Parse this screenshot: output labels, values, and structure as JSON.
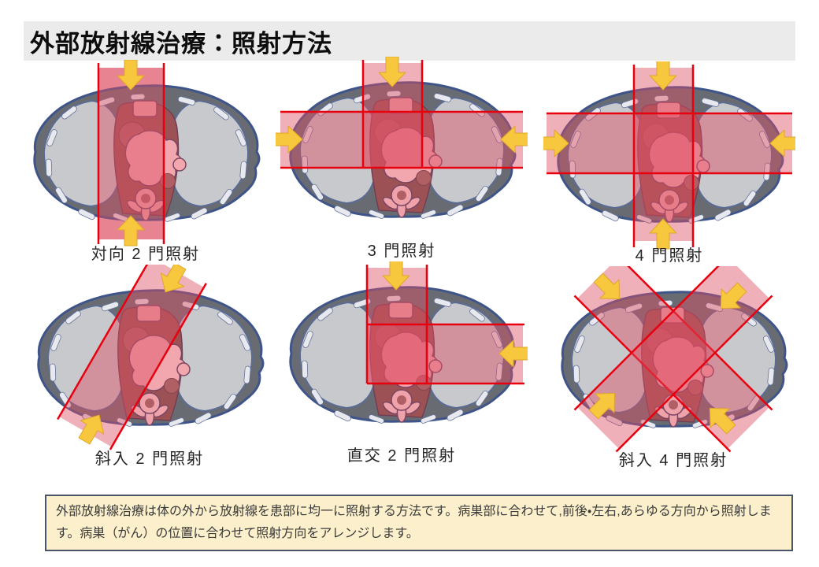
{
  "header": {
    "title": "外部放射線治療：照射方法"
  },
  "panels": [
    {
      "id": "opposed-2-field",
      "label": "対向 2 門照射",
      "beam_arrows": [
        "top",
        "bottom"
      ]
    },
    {
      "id": "three-field",
      "label": "3 門照射",
      "beam_arrows": [
        "top",
        "left",
        "right"
      ]
    },
    {
      "id": "four-field",
      "label": "4 門照射",
      "beam_arrows": [
        "top",
        "bottom",
        "left",
        "right"
      ]
    },
    {
      "id": "oblique-2-field",
      "label": "斜入 2 門照射",
      "beam_arrows": [
        "upper-right",
        "lower-left"
      ]
    },
    {
      "id": "orthogonal-2-field",
      "label": "直交 2 門照射",
      "beam_arrows": [
        "top",
        "right"
      ]
    },
    {
      "id": "oblique-4-field",
      "label": "斜入 4 門照射",
      "beam_arrows": [
        "upper-left",
        "upper-right",
        "lower-left",
        "lower-right"
      ]
    }
  ],
  "note": {
    "text": "外部放射線治療は体の外から放射線を患部に均一に照射する方法です。病巣部に合わせて,前後・左右,あらゆる方向から照射します。病巣（がん）の位置に合わせて照射方向をアレンジします。"
  },
  "colors": {
    "title_bg": "#ebebeb",
    "beam_line_red": "#e8000f",
    "beam_fill_pink": "rgba(221,80,100,0.45)",
    "arrow_yellow": "#f7c73e",
    "body_wall_gray": "#686c72",
    "outline_blue": "#3f558a",
    "lung_gray": "#c8c9cc",
    "mediastinum_pink": "#f0a2aa",
    "mediastinum_maroon": "#9c5254",
    "note_bg": "#fcf0cc",
    "note_border": "#4a5568"
  }
}
